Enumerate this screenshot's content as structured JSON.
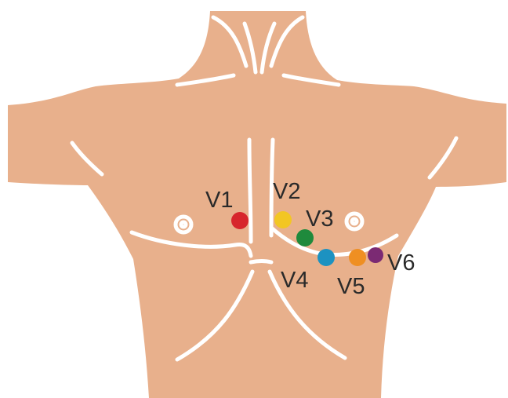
{
  "colors": {
    "skin": "#E8B08C",
    "anatomy_lines": "#FFFFFF",
    "label_text": "#2A2A2A",
    "background": "#FFFFFF"
  },
  "electrodes": [
    {
      "id": "v1",
      "label": "V1",
      "color": "#D7262C"
    },
    {
      "id": "v2",
      "label": "V2",
      "color": "#F2C623"
    },
    {
      "id": "v3",
      "label": "V3",
      "color": "#1F8A3C"
    },
    {
      "id": "v4",
      "label": "V4",
      "color": "#1C92C1"
    },
    {
      "id": "v5",
      "label": "V5",
      "color": "#EF8F22"
    },
    {
      "id": "v6",
      "label": "V6",
      "color": "#7B2A73"
    }
  ]
}
